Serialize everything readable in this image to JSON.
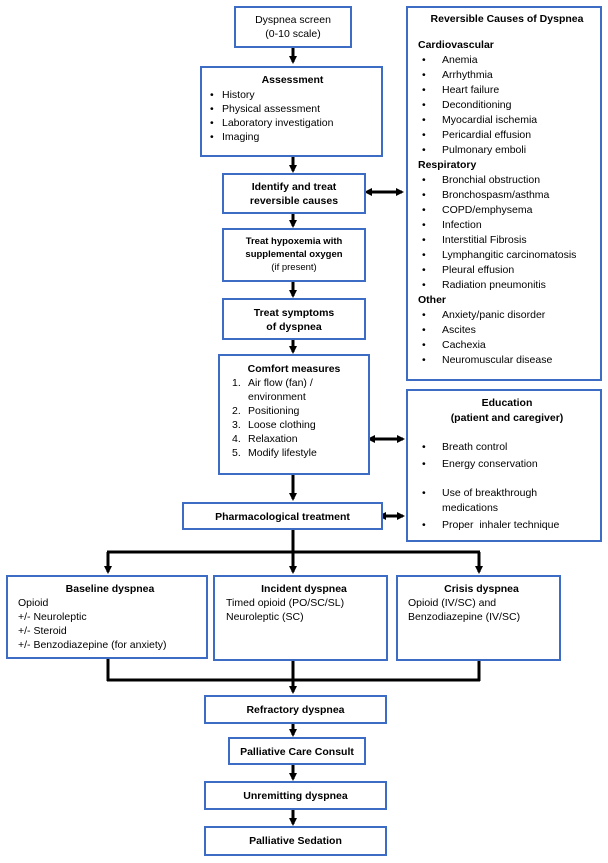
{
  "flow": {
    "screen": {
      "title": "Dyspnea screen",
      "sub": "(0-10 scale)"
    },
    "assessment": {
      "title": "Assessment",
      "items": [
        "History",
        "Physical assessment",
        "Laboratory investigation",
        "Imaging"
      ]
    },
    "identify": {
      "line1": "Identify and treat",
      "line2": "reversible causes"
    },
    "hypoxemia": {
      "line1": "Treat hypoxemia with",
      "line2": "supplemental oxygen",
      "sub": "(if present)"
    },
    "symptoms": {
      "line1": "Treat symptoms",
      "line2": "of dyspnea"
    },
    "comfort": {
      "title": "Comfort measures",
      "items": [
        {
          "num": "1.",
          "text": "Air flow (fan) / environment"
        },
        {
          "num": "2.",
          "text": "Positioning"
        },
        {
          "num": "3.",
          "text": "Loose clothing"
        },
        {
          "num": "4.",
          "text": "Relaxation"
        },
        {
          "num": "5.",
          "text": "Modify lifestyle"
        }
      ]
    },
    "pharma": {
      "title": "Pharmacological treatment"
    },
    "baseline": {
      "title": "Baseline dyspnea",
      "items": [
        "Opioid",
        "+/- Neuroleptic",
        "+/- Steroid",
        "+/- Benzodiazepine (for anxiety)"
      ]
    },
    "incident": {
      "title": "Incident dyspnea",
      "items": [
        "Timed opioid (PO/SC/SL)",
        "Neuroleptic (SC)"
      ]
    },
    "crisis": {
      "title": "Crisis dyspnea",
      "items": [
        "Opioid (IV/SC) and",
        "Benzodiazepine (IV/SC)"
      ]
    },
    "refractory": {
      "title": "Refractory dyspnea"
    },
    "palliative_consult": {
      "title": "Palliative Care Consult"
    },
    "unremitting": {
      "title": "Unremitting dyspnea"
    },
    "sedation": {
      "title": "Palliative Sedation"
    }
  },
  "reversible": {
    "title": "Reversible Causes of Dyspnea",
    "groups": [
      {
        "name": "Cardiovascular",
        "items": [
          "Anemia",
          "Arrhythmia",
          "Heart failure",
          "Deconditioning",
          "Myocardial ischemia",
          "Pericardial effusion",
          "Pulmonary emboli"
        ]
      },
      {
        "name": "Respiratory",
        "items": [
          "Bronchial obstruction",
          "Bronchospasm/asthma",
          "COPD/emphysema",
          "Infection",
          "Interstitial Fibrosis",
          "Lymphangitic carcinomatosis",
          "Pleural effusion",
          "Radiation pneumonitis"
        ]
      },
      {
        "name": "Other",
        "items": [
          "Anxiety/panic disorder",
          "Ascites",
          "Cachexia",
          "Neuromuscular disease"
        ]
      }
    ]
  },
  "education": {
    "title": "Education",
    "sub": "(patient and caregiver)",
    "items": [
      "Breath control",
      "Energy conservation",
      "Use of breakthrough medications",
      "Proper  inhaler technique"
    ]
  },
  "colors": {
    "border": "#3c6cc4",
    "connector": "#000000"
  }
}
